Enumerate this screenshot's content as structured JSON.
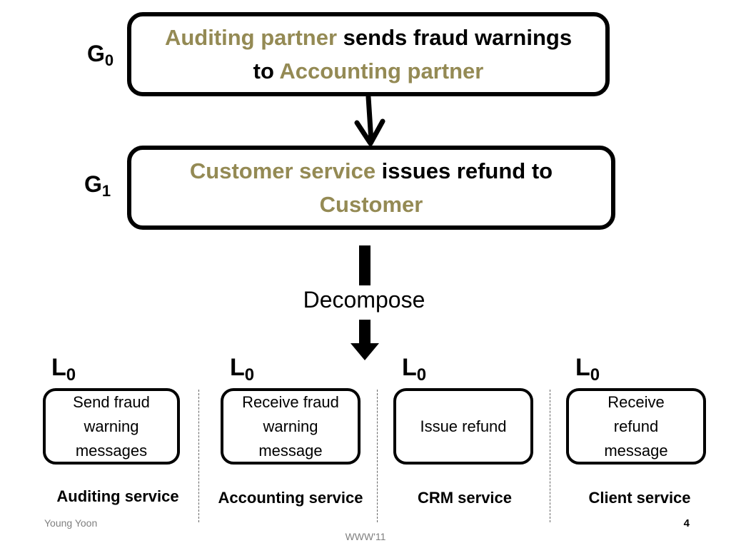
{
  "goals": {
    "g0": {
      "label_main": "G",
      "label_sub": "0",
      "segments": [
        {
          "text": "Auditing partner",
          "accent": true
        },
        {
          "text": " sends fraud warnings ",
          "accent": false
        },
        {
          "text": "to ",
          "accent": false
        },
        {
          "text": "Accounting partner",
          "accent": true
        }
      ]
    },
    "g1": {
      "label_main": "G",
      "label_sub": "1",
      "segments": [
        {
          "text": "Customer service",
          "accent": true
        },
        {
          "text": " issues refund to ",
          "accent": false
        },
        {
          "text": "Customer",
          "accent": true
        }
      ]
    }
  },
  "decompose_label": "Decompose",
  "local_goals": [
    {
      "label_main": "L",
      "label_sub": "0",
      "task": "Send fraud warning messages",
      "service": "Auditing service"
    },
    {
      "label_main": "L",
      "label_sub": "0",
      "task": "Receive fraud warning message",
      "service": "Accounting service"
    },
    {
      "label_main": "L",
      "label_sub": "0",
      "task": "Issue refund",
      "service": "CRM service"
    },
    {
      "label_main": "L",
      "label_sub": "0",
      "task": "Receive refund message",
      "service": "Client service"
    }
  ],
  "footer": {
    "author": "Young Yoon",
    "venue": "WWW'11",
    "page_number": "4"
  },
  "colors": {
    "accent": "#948a54",
    "text": "#000000",
    "footer": "#7f7f7f"
  }
}
